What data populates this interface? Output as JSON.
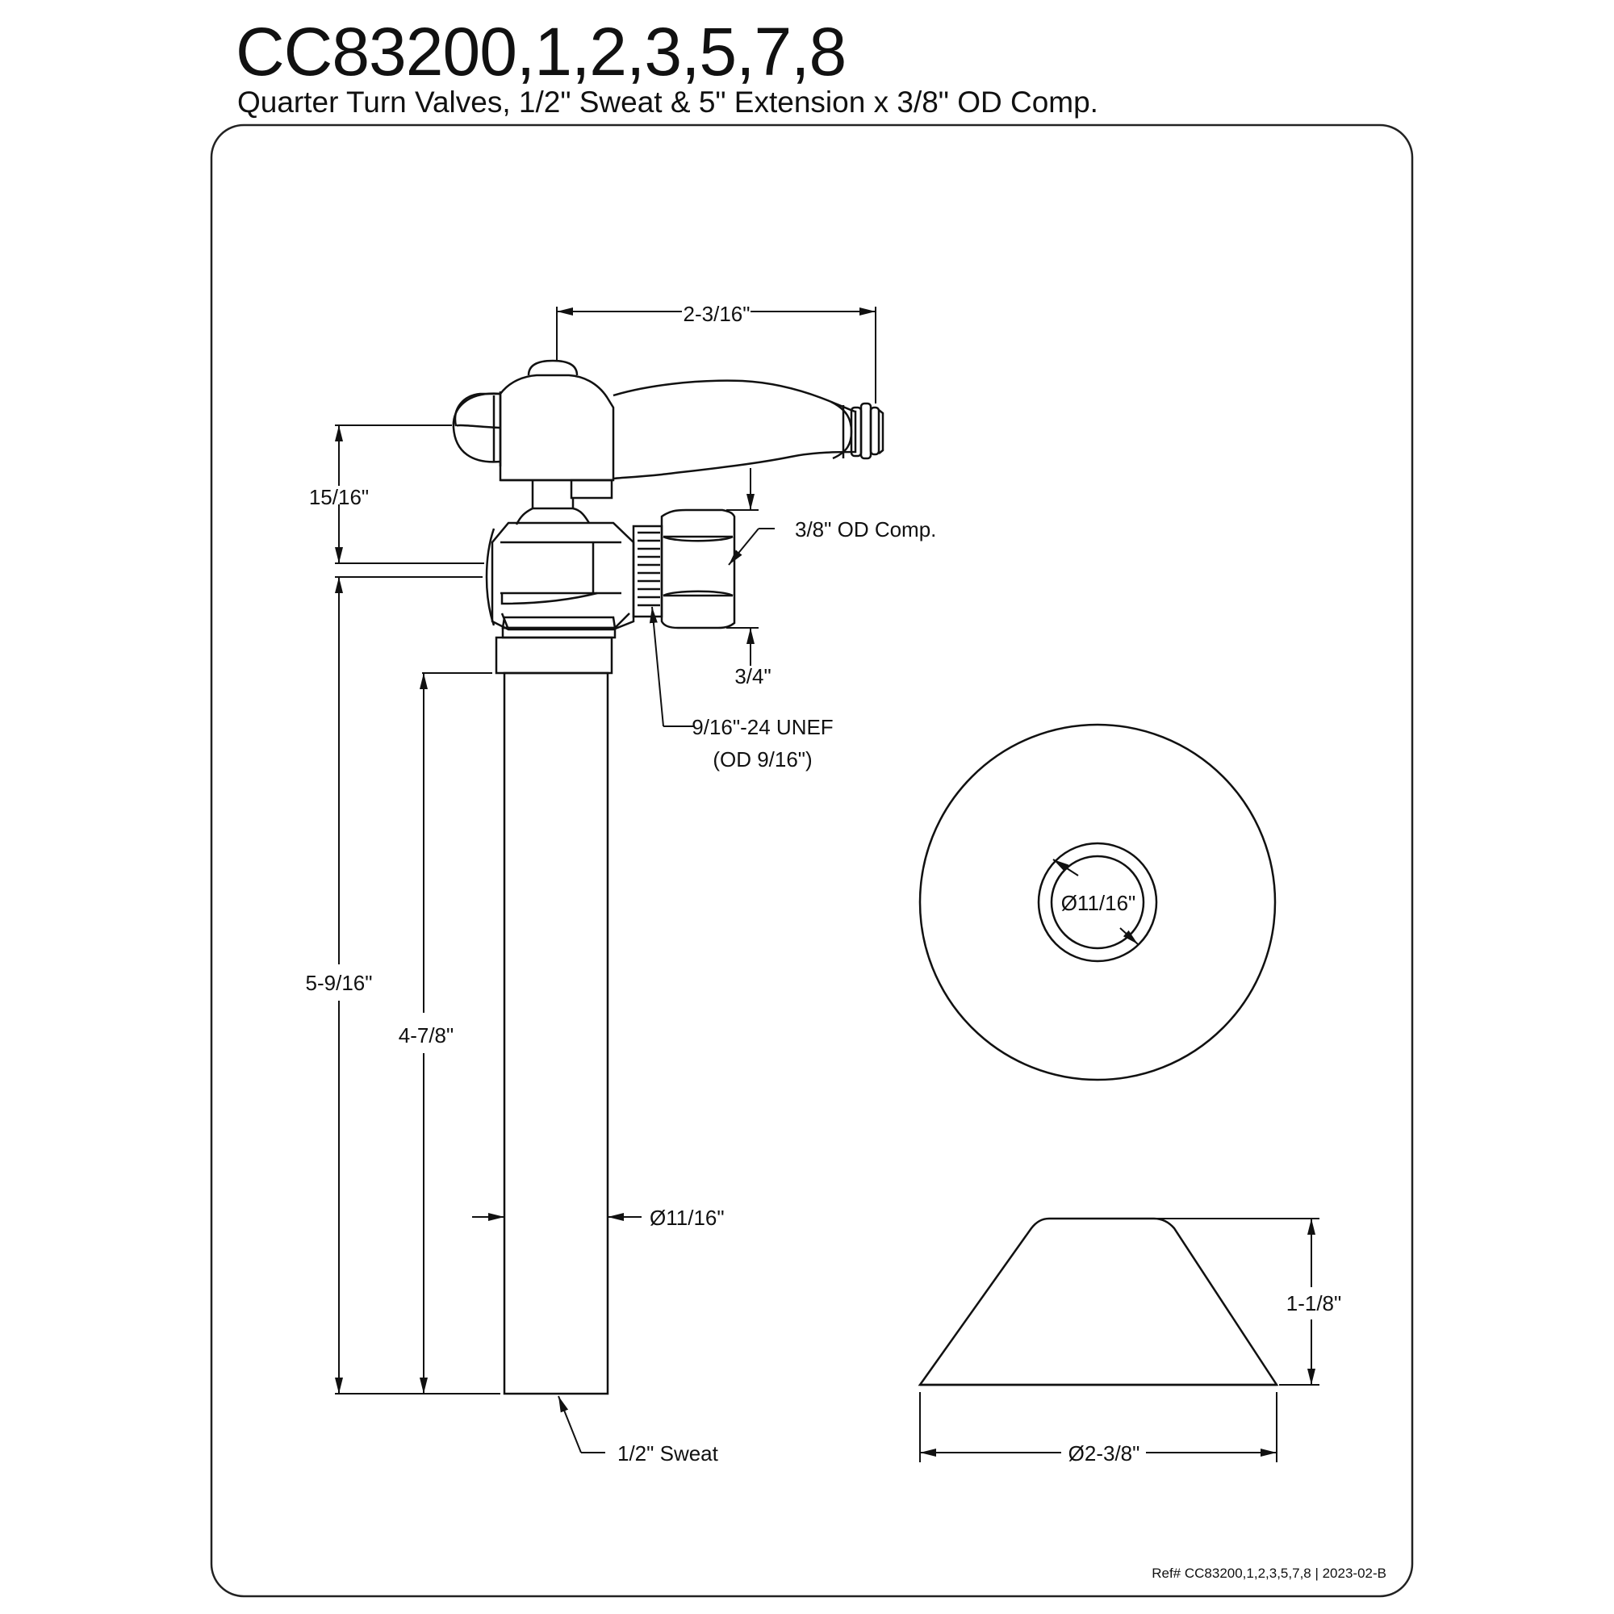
{
  "header": {
    "title": "CC83200,1,2,3,5,7,8",
    "subtitle": "Quarter Turn Valves, 1/2\" Sweat & 5\" Extension x 3/8\" OD Comp."
  },
  "dimensions": {
    "handle_width": "2-3/16\"",
    "handle_height": "15/16\"",
    "comp_label": "3/8\" OD Comp.",
    "comp_offset": "3/4\"",
    "thread_line1": "9/16\"-24 UNEF",
    "thread_line2": "(OD 9/16\")",
    "overall_height": "5-9/16\"",
    "extension_length": "4-7/8\"",
    "tube_diameter": "Ø11/16\"",
    "sweat_label": "1/2\" Sweat",
    "flange_inner_diameter": "Ø11/16\"",
    "flange_height": "1-1/8\"",
    "flange_outer_diameter": "Ø2-3/8\""
  },
  "footer": {
    "ref": "Ref# CC83200,1,2,3,5,7,8 | 2023-02-B"
  }
}
